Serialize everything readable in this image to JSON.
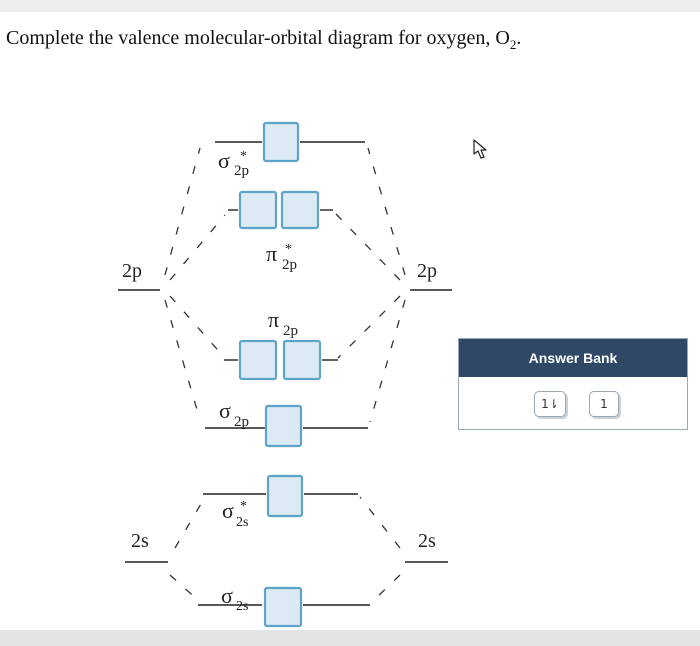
{
  "question": {
    "text": "Complete the valence molecular-orbital diagram for oxygen, O",
    "subscript": "2",
    "end": "."
  },
  "atomic_orbitals": {
    "left_2p": "2p",
    "right_2p": "2p",
    "left_2s": "2s",
    "right_2s": "2s"
  },
  "molecular_orbitals": {
    "sigma_2p_star": {
      "symbol": "σ",
      "sub": "2p",
      "sup": "*"
    },
    "pi_2p_star": {
      "symbol": "π",
      "sub": "2p",
      "sup": "*"
    },
    "pi_2p": {
      "symbol": "π",
      "sub": "2p"
    },
    "sigma_2p": {
      "symbol": "σ",
      "sub": "2p"
    },
    "sigma_2s_star": {
      "symbol": "σ",
      "sub": "2s",
      "sup": "*"
    },
    "sigma_2s": {
      "symbol": "σ",
      "sub": "2s"
    }
  },
  "answer_bank": {
    "title": "Answer Bank",
    "items": [
      "1⇂",
      "1"
    ]
  },
  "colors": {
    "orbital_box": "#5ea3c9",
    "orbital_fill": "#dceaf3",
    "bank_header": "#2e4866"
  }
}
